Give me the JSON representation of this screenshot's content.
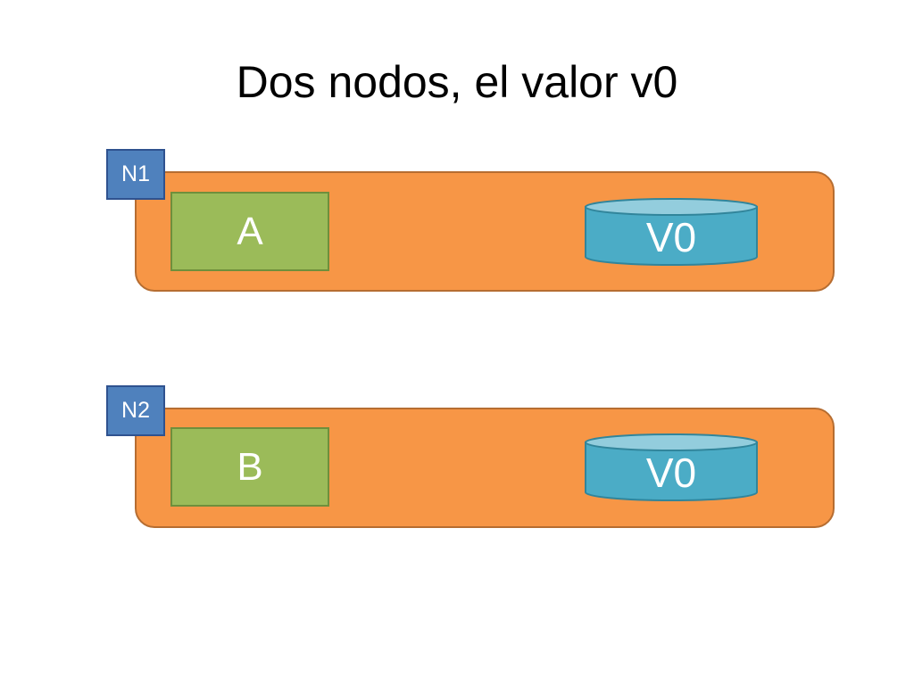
{
  "slide": {
    "title": "Dos nodos, el valor v0"
  },
  "colors": {
    "node_fill": "#f79646",
    "tag_fill": "#4f81bd",
    "process_fill": "#9bbb59",
    "store_body": "#4bacc6",
    "store_top": "#93cddd"
  },
  "nodes": [
    {
      "tag": "N1",
      "process": "A",
      "value": "V0"
    },
    {
      "tag": "N2",
      "process": "B",
      "value": "V0"
    }
  ]
}
